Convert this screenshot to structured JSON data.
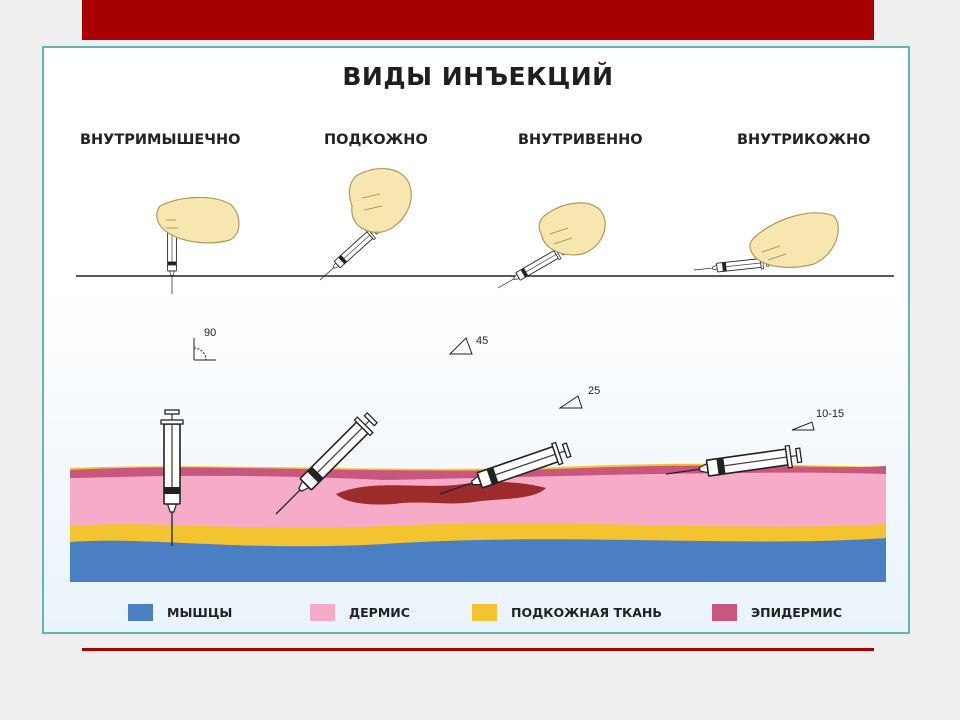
{
  "title": "ВИДЫ ИНЪЕКЦИЙ",
  "methods": [
    {
      "label": "ВНУТРИМЫШЕЧНО",
      "angle": "90"
    },
    {
      "label": "ПОДКОЖНО",
      "angle": "45"
    },
    {
      "label": "ВНУТРИВЕННО",
      "angle": "25"
    },
    {
      "label": "ВНУТРИКОЖНО",
      "angle": "10-15"
    }
  ],
  "legend": [
    {
      "label": "МЫШЦЫ",
      "color": "#4a7fc4"
    },
    {
      "label": "ДЕРМИС",
      "color": "#f6acc9"
    },
    {
      "label": "ПОДКОЖНАЯ ТКАНЬ",
      "color": "#f4c430"
    },
    {
      "label": "ЭПИДЕРМИС",
      "color": "#c9567e"
    }
  ],
  "colors": {
    "accent_red": "#a80000",
    "panel_border": "#5fb7b0",
    "muscle": "#4a7fc4",
    "dermis": "#f6acc9",
    "subcutaneous": "#f4c430",
    "epidermis": "#c9567e",
    "vein": "#9c2c2c",
    "hand": "#f7e6b0"
  }
}
